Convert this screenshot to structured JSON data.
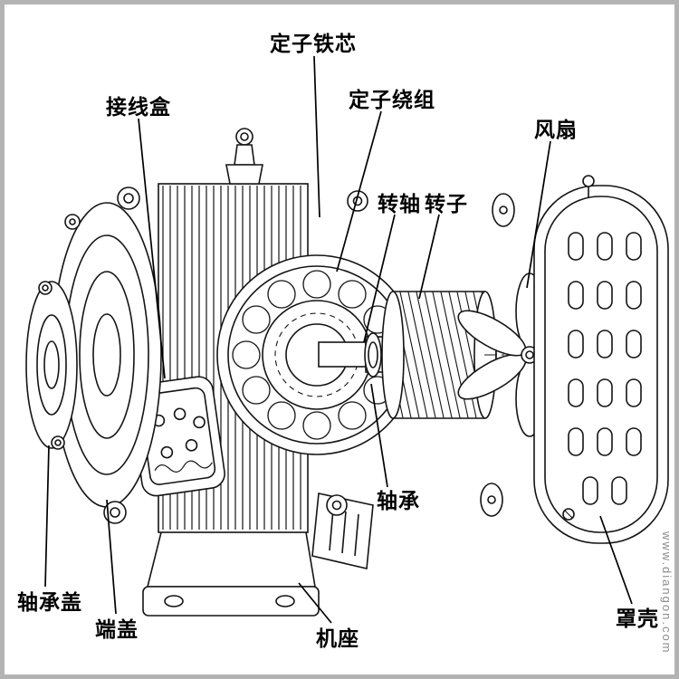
{
  "labels": {
    "stator_core": "定子铁芯",
    "stator_winding": "定子绕组",
    "junction_box": "接线盒",
    "shaft": "转轴",
    "rotor": "转子",
    "fan": "风扇",
    "bearing_cover": "轴承盖",
    "end_cover": "端盖",
    "bearing": "轴承",
    "frame": "机座",
    "cover_shell": "罩壳"
  },
  "watermark": "www.diangon.com"
}
